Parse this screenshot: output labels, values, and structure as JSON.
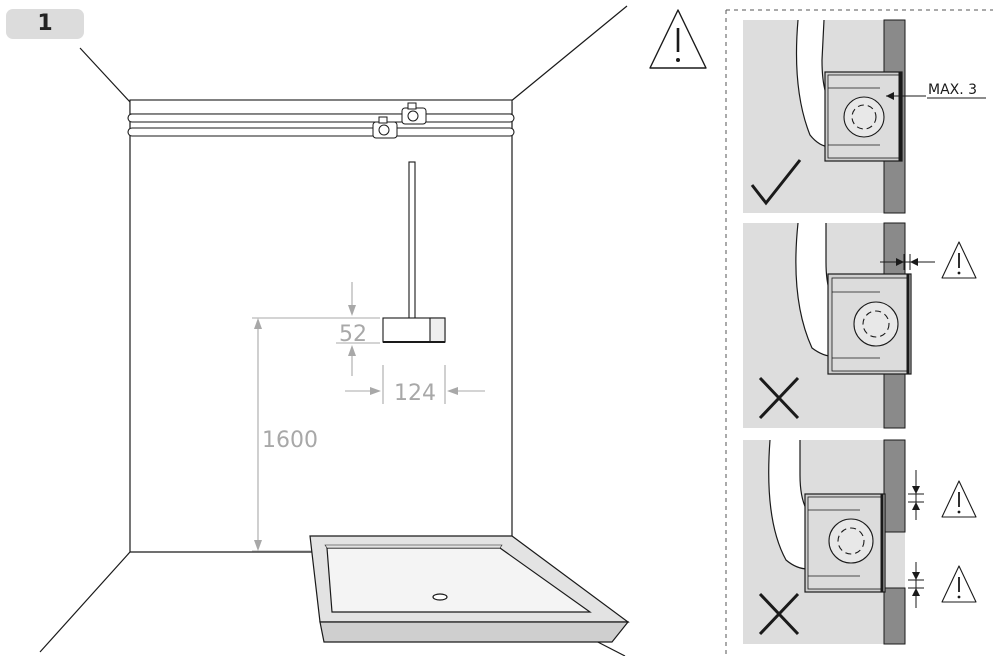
{
  "step": {
    "number": "1"
  },
  "dimensions": {
    "height_from_floor": "1600",
    "bracket_width": "124",
    "bracket_height": "52"
  },
  "panels": [
    {
      "id": "correct",
      "verdict": "correct",
      "callout": "MAX. 3"
    },
    {
      "id": "wrong-gap",
      "verdict": "incorrect"
    },
    {
      "id": "wrong-step",
      "verdict": "incorrect"
    }
  ],
  "icons": {
    "warning": "warning-triangle-icon",
    "correct": "checkmark-icon",
    "incorrect": "cross-icon"
  },
  "colors": {
    "line": "#1a1a1a",
    "dimension": "#a8a8a8",
    "panel_bg": "#dddddd",
    "wall_tile": "#8a8a8a",
    "badge": "#dcdcdc"
  }
}
